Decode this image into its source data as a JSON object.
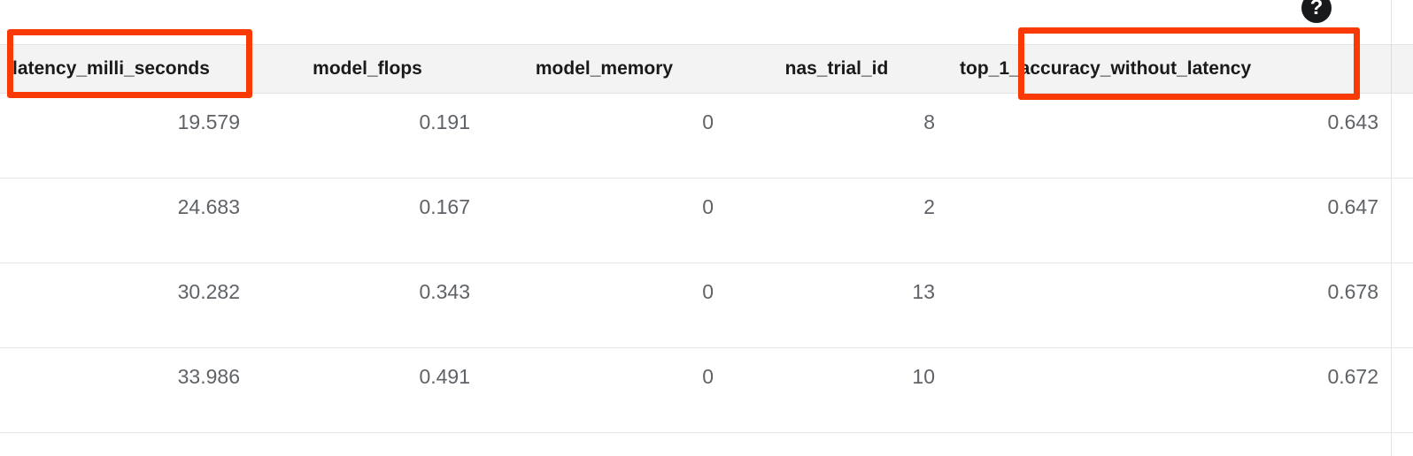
{
  "table": {
    "columns": [
      {
        "key": "latency_milli_seconds",
        "label": "latency_milli_seconds",
        "align": "left"
      },
      {
        "key": "model_flops",
        "label": "model_flops",
        "align": "center"
      },
      {
        "key": "model_memory",
        "label": "model_memory",
        "align": "center"
      },
      {
        "key": "nas_trial_id",
        "label": "nas_trial_id",
        "align": "center"
      },
      {
        "key": "top_1_accuracy_without_latency",
        "label": "top_1_accuracy_without_latency",
        "align": "left"
      }
    ],
    "rows": [
      {
        "latency_milli_seconds": "19.579",
        "model_flops": "0.191",
        "model_memory": "0",
        "nas_trial_id": "8",
        "top_1_accuracy_without_latency": "0.643"
      },
      {
        "latency_milli_seconds": "24.683",
        "model_flops": "0.167",
        "model_memory": "0",
        "nas_trial_id": "2",
        "top_1_accuracy_without_latency": "0.647"
      },
      {
        "latency_milli_seconds": "30.282",
        "model_flops": "0.343",
        "model_memory": "0",
        "nas_trial_id": "13",
        "top_1_accuracy_without_latency": "0.678"
      },
      {
        "latency_milli_seconds": "33.986",
        "model_flops": "0.491",
        "model_memory": "0",
        "nas_trial_id": "10",
        "top_1_accuracy_without_latency": "0.672"
      }
    ]
  },
  "help": {
    "icon": "help-icon",
    "glyph": "?"
  },
  "annotations": [
    {
      "name": "highlight-latency-column-header",
      "color": "#f93a05",
      "target": "latency_milli_seconds"
    },
    {
      "name": "highlight-top-1-accuracy-column-header",
      "color": "#f93a05",
      "target": "top_1_accuracy_without_latency"
    }
  ],
  "colors": {
    "annotation": "#f93a05",
    "header_background": "#f3f3f3",
    "header_text": "#1a1a1a",
    "cell_text": "#5f6368",
    "row_divider": "#e6e6e6",
    "page_background": "#ffffff",
    "help_icon_background": "#18191a"
  }
}
